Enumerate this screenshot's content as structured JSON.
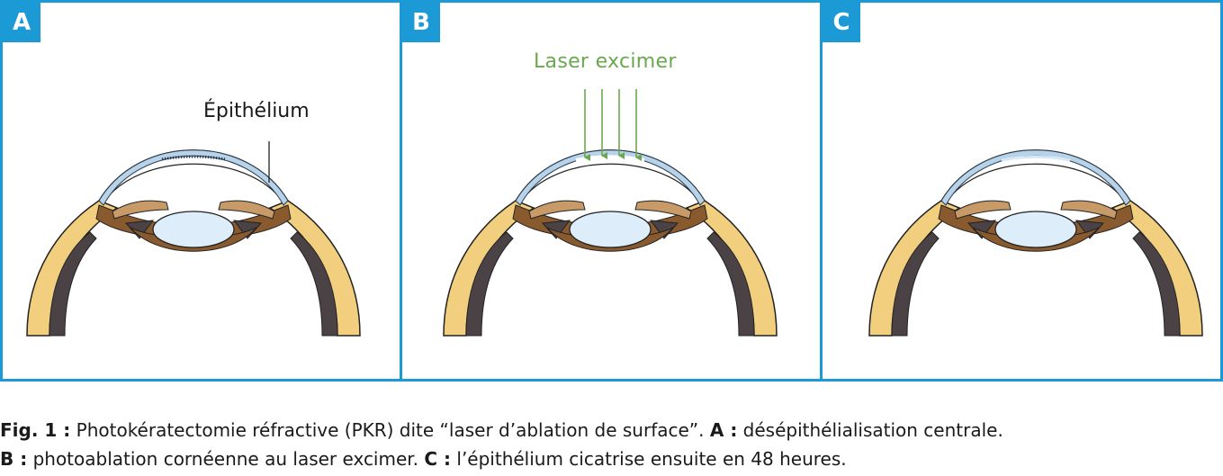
{
  "panels": [
    {
      "badge": "A",
      "label": "Épithélium"
    },
    {
      "badge": "B",
      "label": "Laser excimer"
    },
    {
      "badge": "C"
    }
  ],
  "caption": {
    "line1": {
      "fig_label": "Fig. 1 :",
      "fig_text": " Photokératectomie réfractive (PKR) dite “laser d’ablation de surface”. ",
      "a_label": "A :",
      "a_text": " désépithélialisation centrale."
    },
    "line2": {
      "b_label": "B :",
      "b_text": " photoablation cornéenne au laser excimer. ",
      "c_label": "C :",
      "c_text": " l’épithélium cicatrise ensuite en 48 heures."
    }
  },
  "colors": {
    "frame": "#1b9ad6",
    "laser": "#6aa84f",
    "sclera": "#f2cf7e",
    "choroid": "#4a4245",
    "iris": "#8a5a2f",
    "lens": "#ddeefa",
    "epithelium": "#b7d3ea"
  }
}
